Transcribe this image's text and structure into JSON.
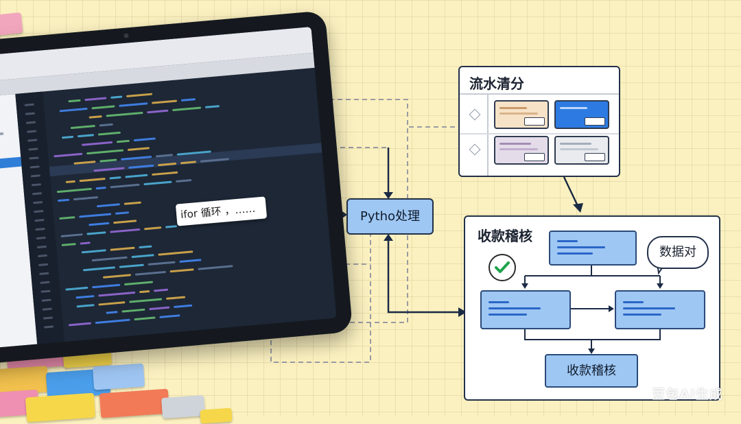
{
  "popup_text": "ifor 循环 ，……",
  "python_node": {
    "label": "Pytho处理"
  },
  "flow_split": {
    "title": "流水清分"
  },
  "reconcile_panel": {
    "title": "收款稽核",
    "bubble": "数据对",
    "final_node": "收款稽核"
  },
  "watermark": "豆包AI生成",
  "colors": {
    "background": "#fbf1c0",
    "node_fill": "#9ec7f3",
    "outline": "#223049",
    "check_green": "#1fa34a"
  },
  "icons": [
    "check-circle-icon",
    "diamond-icon"
  ]
}
